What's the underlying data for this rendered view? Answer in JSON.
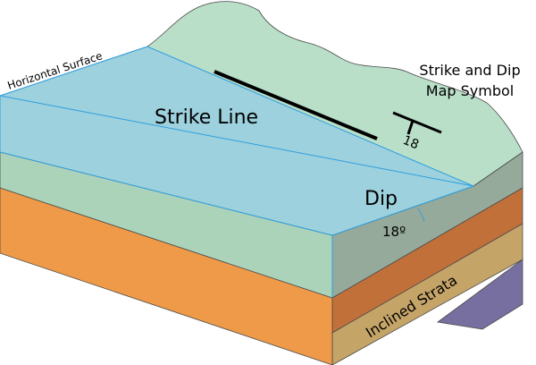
{
  "labels": {
    "horizontal_surface": "Horizontal Surface",
    "strike_line": "Strike Line",
    "strike_dip_line1": "Strike and Dip",
    "strike_dip_line2": "Map Symbol",
    "symbol_value": "18",
    "dip": "Dip",
    "dip_angle": "18º",
    "inclined_strata": "Inclined Strata"
  },
  "colors": {
    "top_surface": "#b9dfc9",
    "green_layer": "#b5dcc4",
    "front_green_band": "#abd3b9",
    "side_grey": "#96aa9b",
    "orange_side": "#c2703a",
    "orange_front": "#ee9a48",
    "tan_layer": "#c5a468",
    "purple_layer": "#776f9f",
    "water_plane": "#98cfe0",
    "plane_edge": "#2e9fe0",
    "outline": "#4a4a4a"
  }
}
